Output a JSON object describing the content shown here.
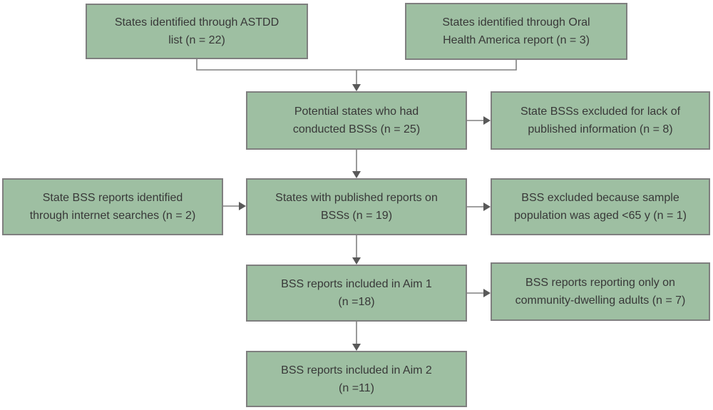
{
  "diagram": {
    "type": "flowchart",
    "colors": {
      "box_fill": "#9ebfa2",
      "box_border": "#7f7f7f",
      "connector": "#808080",
      "arrowhead": "#595959",
      "text": "#383838",
      "background": "#ffffff"
    },
    "boxes": {
      "astdd": {
        "lines": [
          "States identified through ASTDD",
          "list (n = 22)"
        ]
      },
      "oral_health_america": {
        "lines": [
          "States identified through Oral",
          "Health America report (n = 3)"
        ]
      },
      "potential_states": {
        "lines": [
          "Potential states who had",
          "conducted BSSs (n = 25)"
        ]
      },
      "excluded_lack_published": {
        "lines": [
          "State BSSs excluded for lack of",
          "published information (n = 8)"
        ]
      },
      "internet_searches": {
        "lines": [
          "State BSS reports identified",
          "through internet searches (n = 2)"
        ]
      },
      "published_reports": {
        "lines": [
          "States with published reports on",
          "BSSs (n = 19)"
        ]
      },
      "excluded_age": {
        "lines": [
          "BSS excluded because sample",
          "population was aged <65 y (n = 1)"
        ]
      },
      "aim1": {
        "lines": [
          "BSS reports included in Aim 1",
          "(n =18)"
        ]
      },
      "excluded_community_dwelling": {
        "lines": [
          "BSS reports reporting only on",
          "community-dwelling adults (n = 7)"
        ]
      },
      "aim2": {
        "lines": [
          "BSS reports included in Aim 2",
          "(n =11)"
        ]
      }
    }
  }
}
